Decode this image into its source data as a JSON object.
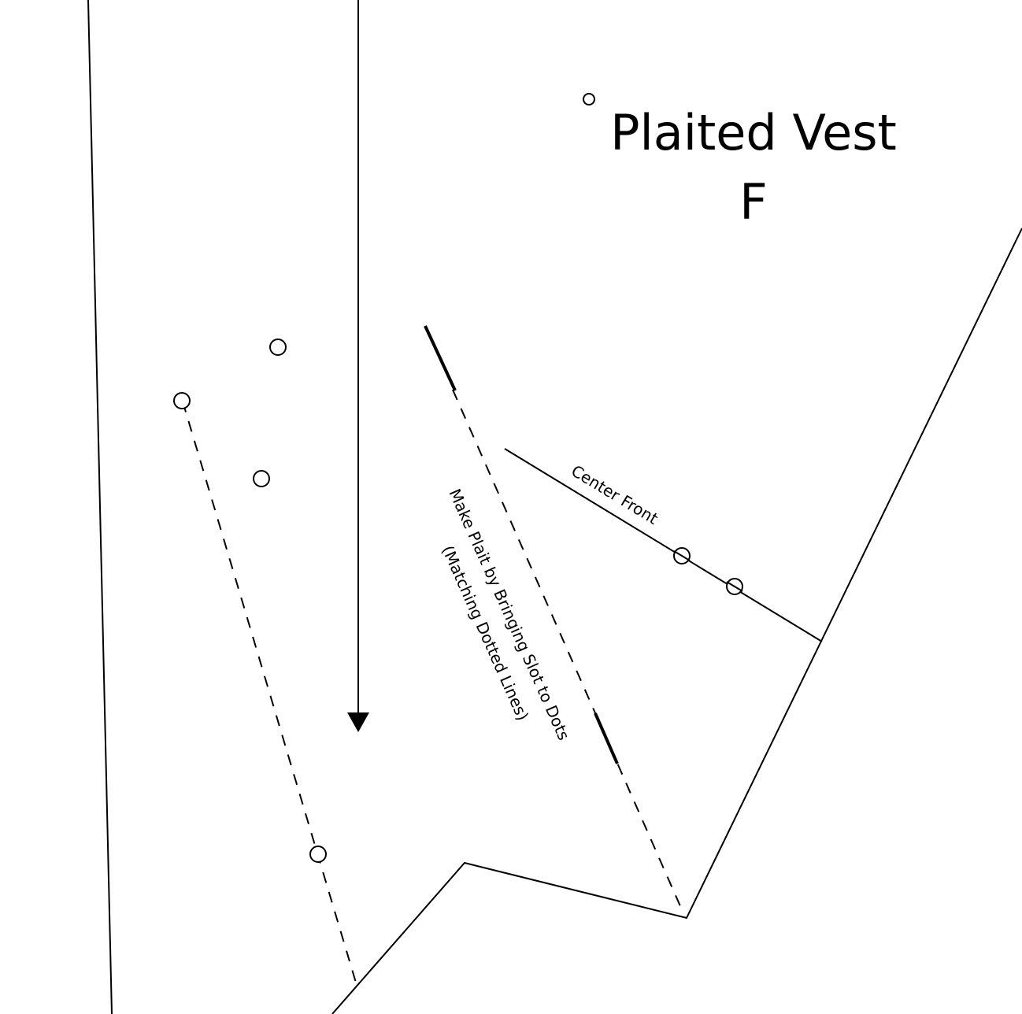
{
  "pattern": {
    "title": "Plaited Vest",
    "piece_letter": "F",
    "labels": {
      "center_front": "Center Front",
      "instruction_line1": "Make Plait by Bringing Slot to Dots",
      "instruction_line2": "(Matching Dotted Lines)"
    },
    "markings": {
      "grainline": "grainline-arrow",
      "dots": "circle-markers",
      "slot": "plait-slot"
    },
    "colors": {
      "ink": "#000000",
      "paper": "#ffffff"
    }
  }
}
